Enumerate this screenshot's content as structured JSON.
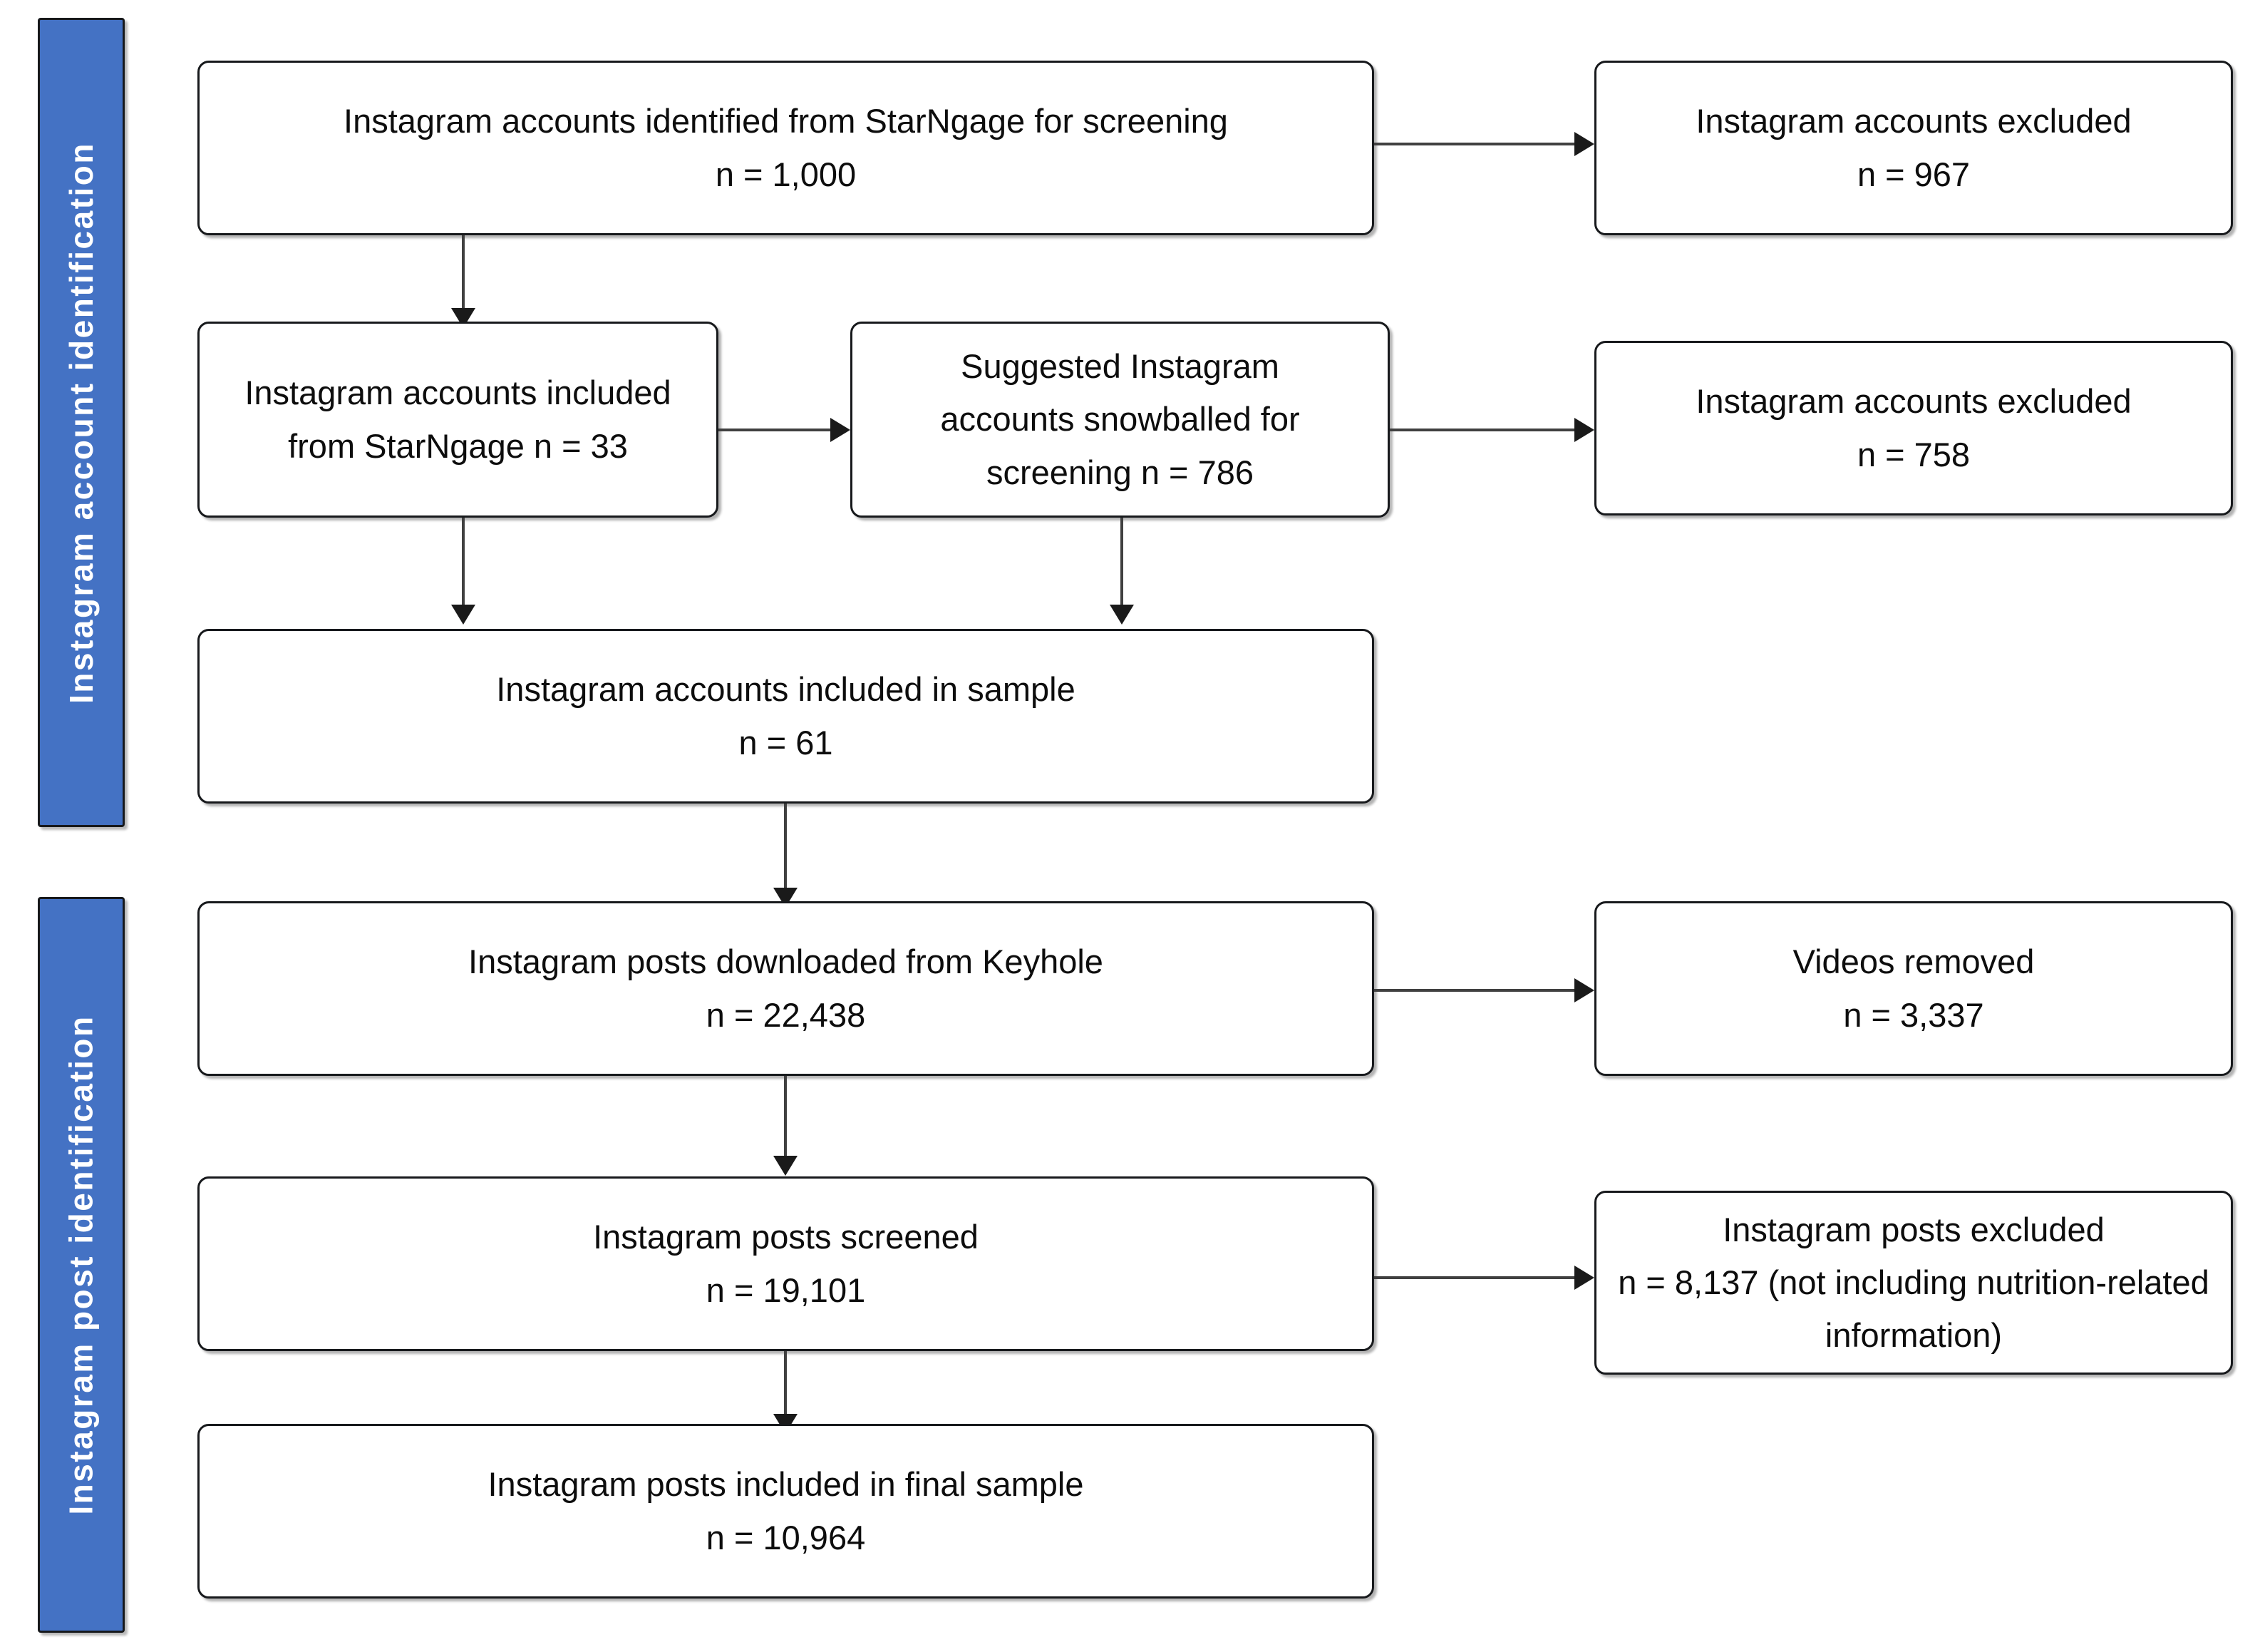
{
  "diagram": {
    "title": "Instagram account and post identification flow diagram",
    "type": "prisma-flowchart",
    "accent_color": "#4472C4",
    "box_border_color": "#17191C",
    "connector_color": "#404040",
    "background_color": "#FFFFFF"
  },
  "phases": [
    {
      "id": "phase-accounts",
      "label": "Instagram account identification"
    },
    {
      "id": "phase-posts",
      "label": "Instagram post identification"
    }
  ],
  "nodes": {
    "identified": {
      "line1": "Instagram accounts identified from StarNgage for screening",
      "line2": "n = 1,000"
    },
    "excluded_1": {
      "line1": "Instagram accounts excluded",
      "line2": "n = 967"
    },
    "included_starngage": {
      "line1": "Instagram accounts included",
      "line2": "from StarNgage n = 33"
    },
    "snowballed": {
      "line1": "Suggested Instagram",
      "line2": "accounts snowballed for",
      "line3": "screening n = 786"
    },
    "excluded_2": {
      "line1": "Instagram accounts excluded",
      "line2": "n = 758"
    },
    "accounts_in_sample": {
      "line1": "Instagram accounts included in sample",
      "line2": "n = 61"
    },
    "posts_downloaded": {
      "line1": "Instagram posts downloaded from Keyhole",
      "line2": "n = 22,438"
    },
    "videos_removed": {
      "line1": "Videos removed",
      "line2": "n = 3,337"
    },
    "posts_screened": {
      "line1": "Instagram posts screened",
      "line2": "n = 19,101"
    },
    "posts_excluded": {
      "line1": "Instagram posts excluded",
      "line2": "n = 8,137 (not including nutrition-related information)"
    },
    "posts_final": {
      "line1": "Instagram posts included in final sample",
      "line2": "n = 10,964"
    }
  },
  "chart_data": {
    "type": "diagram",
    "title": "Instagram account and post identification flow",
    "stages": [
      {
        "stage": "Instagram accounts identified from StarNgage for screening",
        "n": 1000
      },
      {
        "stage": "Instagram accounts excluded",
        "n": 967
      },
      {
        "stage": "Instagram accounts included from StarNgage",
        "n": 33
      },
      {
        "stage": "Suggested Instagram accounts snowballed for screening",
        "n": 786
      },
      {
        "stage": "Instagram accounts excluded",
        "n": 758
      },
      {
        "stage": "Instagram accounts included in sample",
        "n": 61
      },
      {
        "stage": "Instagram posts downloaded from Keyhole",
        "n": 22438
      },
      {
        "stage": "Videos removed",
        "n": 3337
      },
      {
        "stage": "Instagram posts screened",
        "n": 19101
      },
      {
        "stage": "Instagram posts excluded (not including nutrition-related information)",
        "n": 8137
      },
      {
        "stage": "Instagram posts included in final sample",
        "n": 10964
      }
    ]
  }
}
